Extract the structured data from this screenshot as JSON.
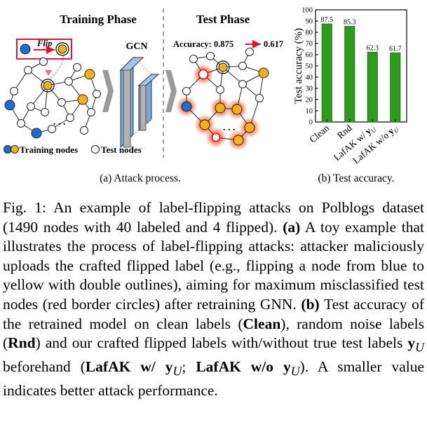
{
  "figure": {
    "panel_a": {
      "training_title": "Training Phase",
      "test_title": "Test Phase",
      "flip_label": "Flip",
      "gcn_label": "GCN",
      "accuracy_text": "Accuracy: 0.875",
      "accuracy_after": "0.617",
      "legend_training": "Training nodes",
      "legend_test": "Test nodes",
      "ellipsis": ". . .",
      "caption": "(a) Attack process."
    },
    "panel_b": {
      "caption": "(b) Test accuracy."
    }
  },
  "chart_data": {
    "type": "bar",
    "categories": [
      "Clean",
      "Rnd",
      "LafAK w/ y_U",
      "LafAK w/o y_U"
    ],
    "tick_labels": [
      "Clean",
      "Rnd",
      "LafAK w/",
      "LafAK w/o"
    ],
    "tick_suffix": "yU",
    "values": [
      87.5,
      85.3,
      62.3,
      61.7
    ],
    "value_labels": [
      "87.5",
      "85.3",
      "62.3",
      "61.7"
    ],
    "ylabel": "Test accuracy (%)",
    "ylim": [
      0,
      100
    ],
    "yticks": [
      0,
      10,
      20,
      30,
      40,
      50,
      60,
      70,
      80,
      90,
      100
    ],
    "color": "#2e9a1e"
  },
  "caption": {
    "s1": "Fig. 1: An example of label-flipping attacks on Polblogs dataset (1490 nodes with 40 labeled and 4 flipped). ",
    "a_tag": "(a)",
    "s2": " A toy example that illustrates the process of label-flipping attacks: attacker maliciously uploads the crafted flipped label (e.g., flipping a node from blue to yellow with double outlines), aiming for maximum misclassified test nodes (red border circles) after retraining GNN. ",
    "b_tag": "(b)",
    "s3": " Test accuracy of the retrained model on clean labels (",
    "clean": "Clean",
    "s4": "), random noise labels (",
    "rnd": "Rnd",
    "s5": ") and our crafted flipped labels with/without true test labels ",
    "yu1": "y",
    "yu1_sub": "U",
    "s6": " beforehand (",
    "lafak_w": "LafAK w/ y",
    "lafak_w_sub": "U",
    "semi": "; ",
    "lafak_wo": "LafAK w/o y",
    "lafak_wo_sub": "U",
    "s7": "). A smaller value indicates better attack performance."
  }
}
